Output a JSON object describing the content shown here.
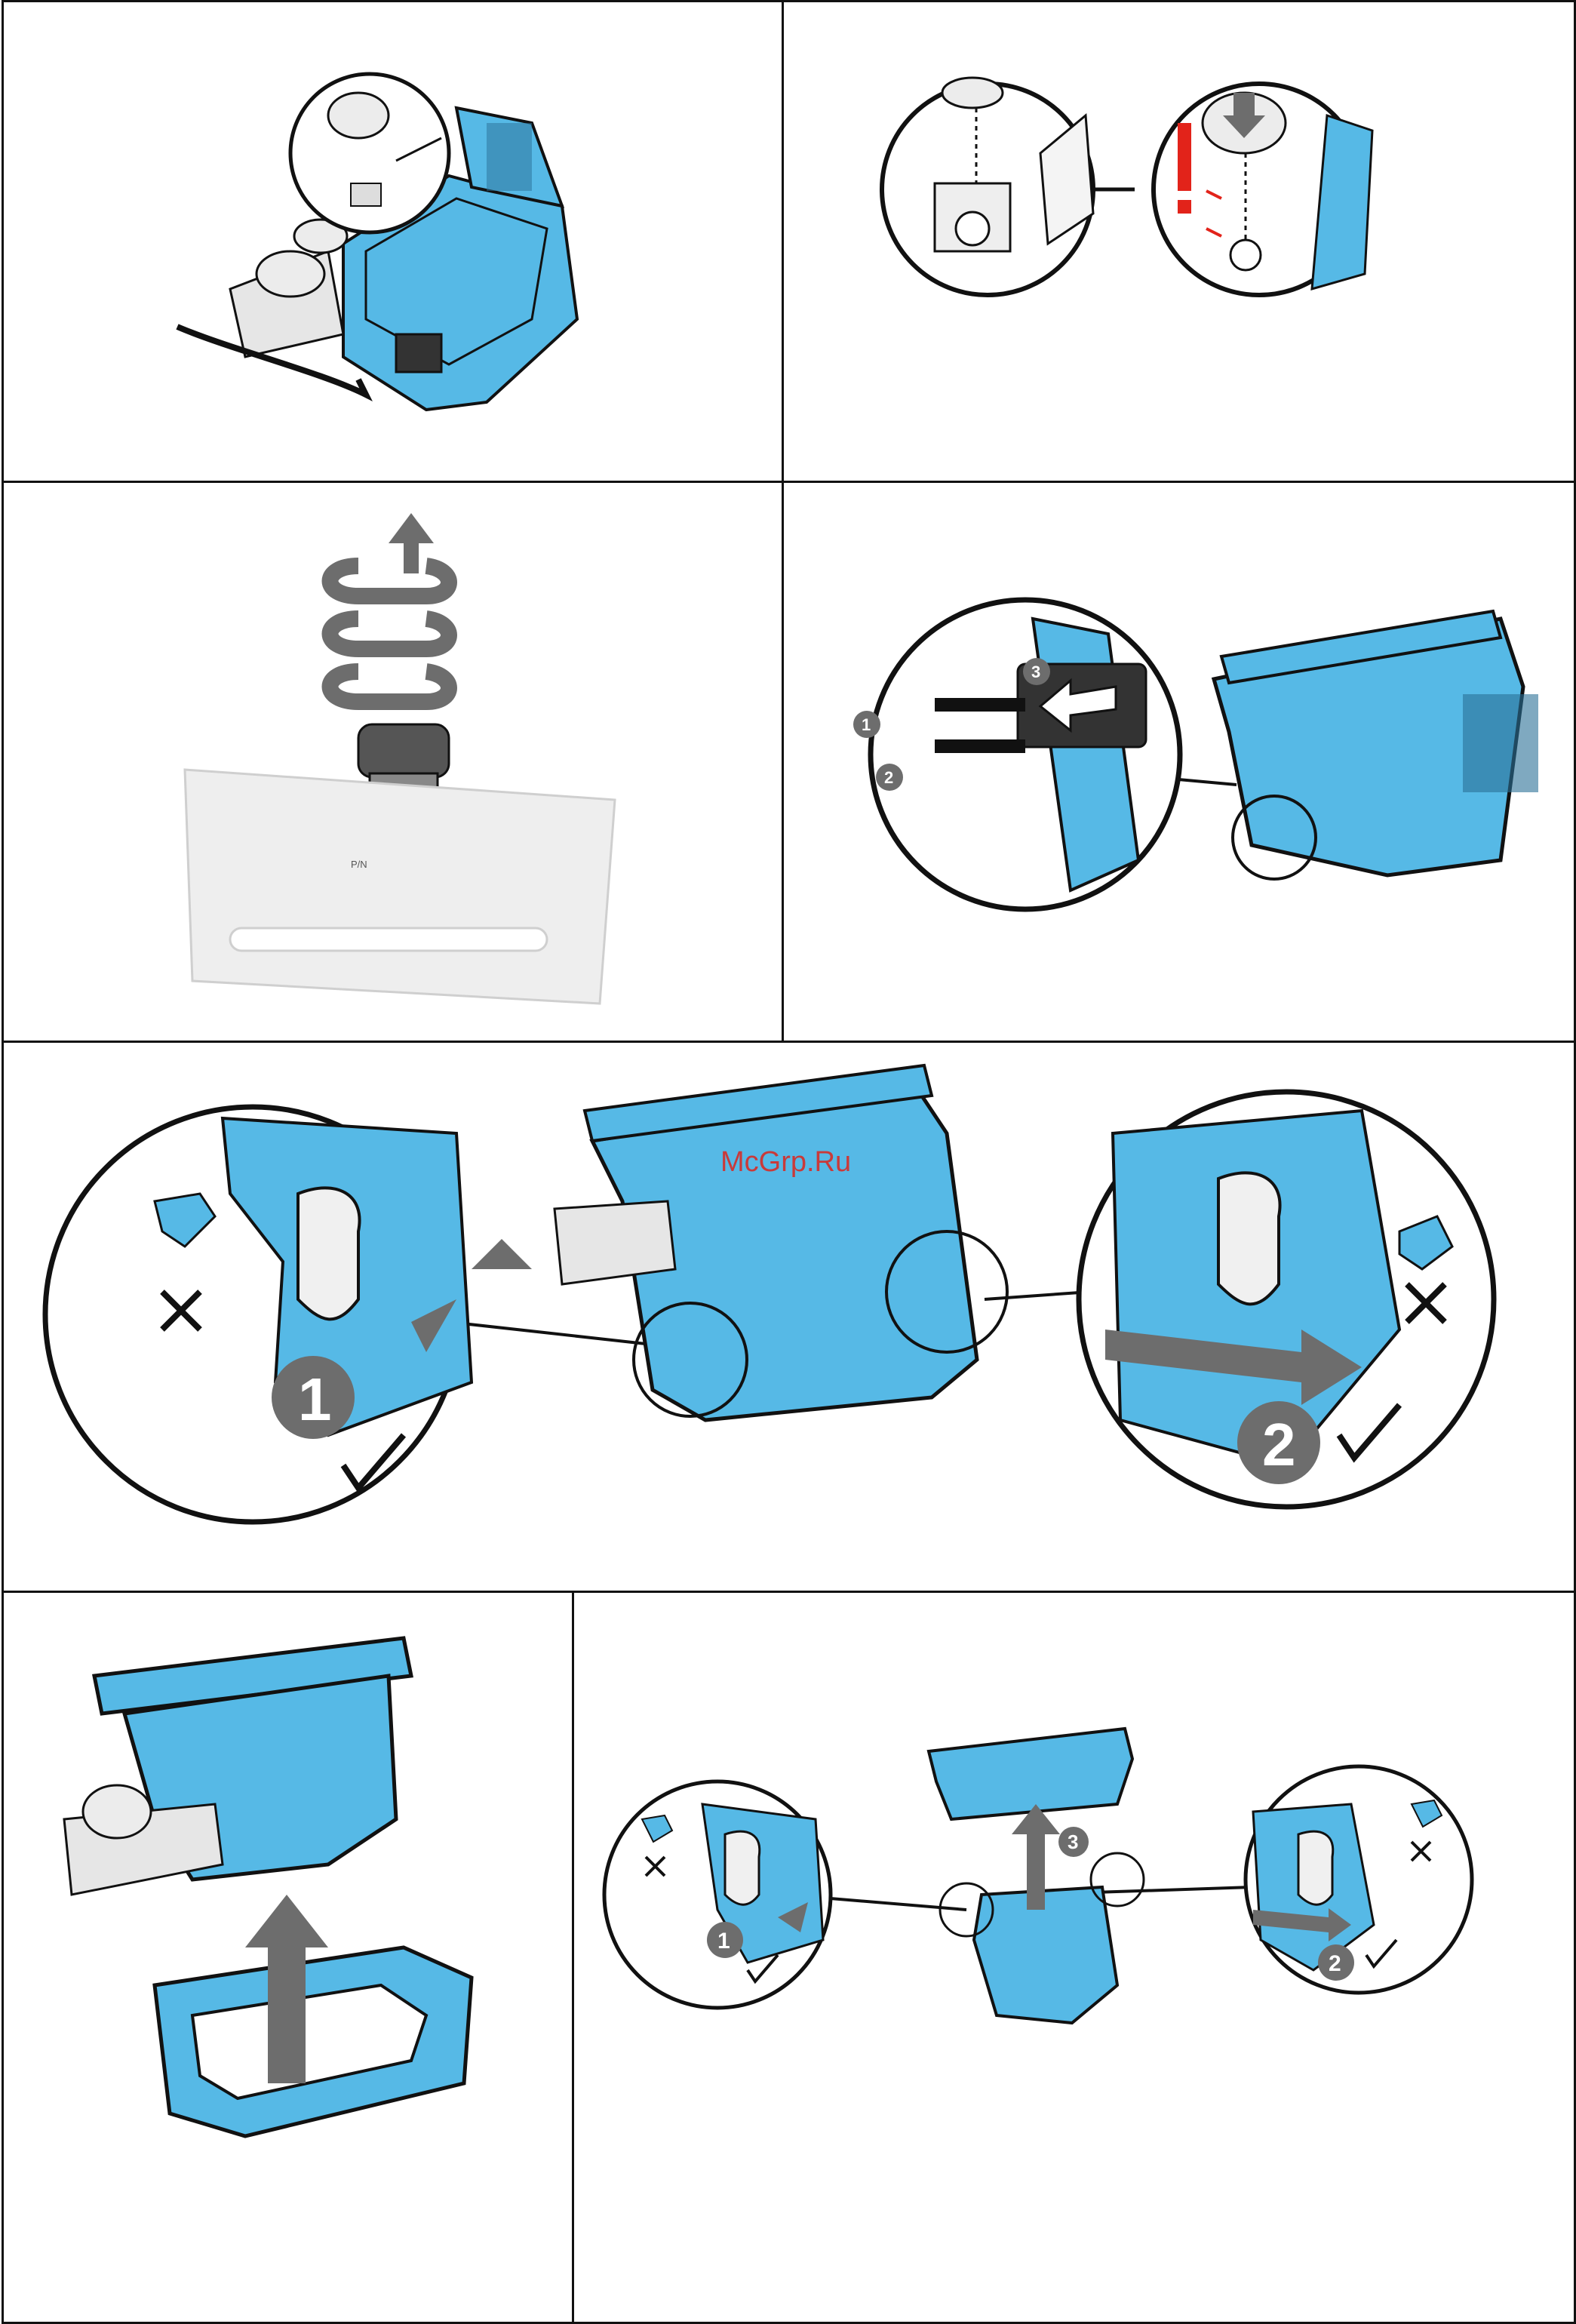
{
  "watermark": {
    "text": "McGrp.Ru"
  },
  "panels": {
    "p6": {
      "steps": [
        "1",
        "2",
        "3"
      ]
    },
    "p5": {
      "steps": [
        "1",
        "2"
      ]
    },
    "p8": {
      "steps": [
        "1",
        "2",
        "3"
      ]
    }
  },
  "colors": {
    "blue": "#56b9e6",
    "blue_dark": "#2a6f96",
    "gray_arrow": "#6d6d6d",
    "warning_red": "#e2231a",
    "outline": "#111111"
  },
  "icons": [
    "magnifier-circle-icon",
    "rotate-arrows-icon",
    "check-mark-icon",
    "cross-mark-icon",
    "warning-exclamation-icon",
    "arrow-right-icon",
    "arrow-up-icon"
  ]
}
